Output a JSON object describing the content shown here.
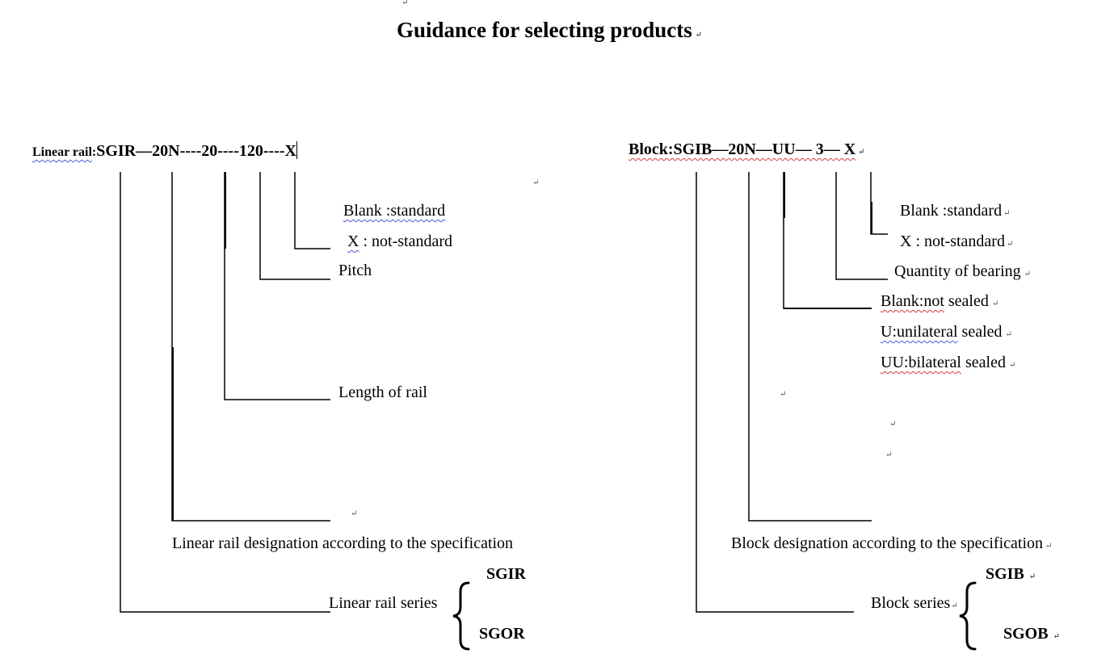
{
  "title": "Guidance for selecting products",
  "paragraph_mark": "↵",
  "rail": {
    "label": "Linear rail",
    "colon": ":",
    "code": "SGIR—20N----20----120----X",
    "options": {
      "blank": "Blank :standard",
      "x_prefix": "X",
      "x_suffix": " : not-standard"
    },
    "pitch": "Pitch",
    "length": "Length of rail",
    "designation": "Linear rail designation according to the specification",
    "series_label": "Linear rail series",
    "series_options": [
      "SGIR",
      "SGOR"
    ]
  },
  "block": {
    "code": "Block:SGIB—20N—UU—  3—  X",
    "options": {
      "blank": "Blank :standard",
      "x": "X : not-standard"
    },
    "quantity": "Quantity of bearing",
    "seal": {
      "blank_prefix": "Blank:not",
      "blank_suffix": " sealed",
      "u_prefix": "U:unilateral",
      "u_suffix": " sealed",
      "uu_prefix": "UU:bilateral",
      "uu_suffix": " sealed"
    },
    "designation": "Block designation according to the specification",
    "series_label": "Block series",
    "series_options": [
      "SGIB",
      "SGOB"
    ]
  }
}
